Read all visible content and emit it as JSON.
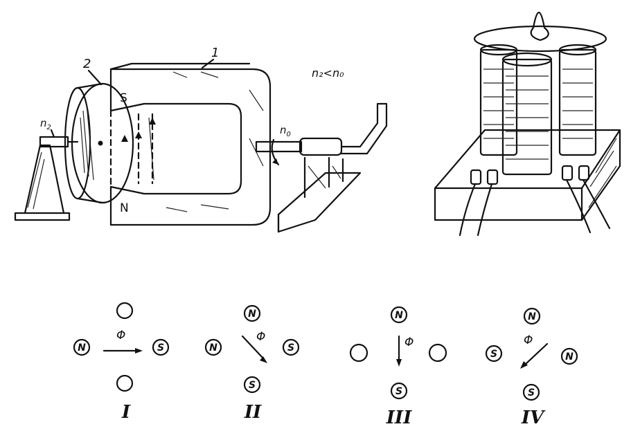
{
  "generator": {
    "label_core": "1",
    "label_disk": "2",
    "pole_top": "S",
    "pole_bottom": "N",
    "label_n2": "n",
    "label_n2_sub": "2",
    "label_n0": "n",
    "label_n0_sub": "0",
    "relation": "n₂<n₀"
  },
  "diagrams": [
    {
      "numeral": "I",
      "flux": "Φ",
      "top": "",
      "left": "N",
      "right": "S",
      "bottom": ""
    },
    {
      "numeral": "II",
      "flux": "Φ",
      "top": "N",
      "left": "N",
      "right": "S",
      "bottom": "S"
    },
    {
      "numeral": "III",
      "flux": "Φ",
      "top": "N",
      "left": "",
      "right": "",
      "bottom": "S"
    },
    {
      "numeral": "IV",
      "flux": "Φ",
      "top": "N",
      "left": "S",
      "right": "N",
      "bottom": "S"
    }
  ],
  "colors": {
    "ink": "#111111",
    "paper": "#ffffff"
  }
}
